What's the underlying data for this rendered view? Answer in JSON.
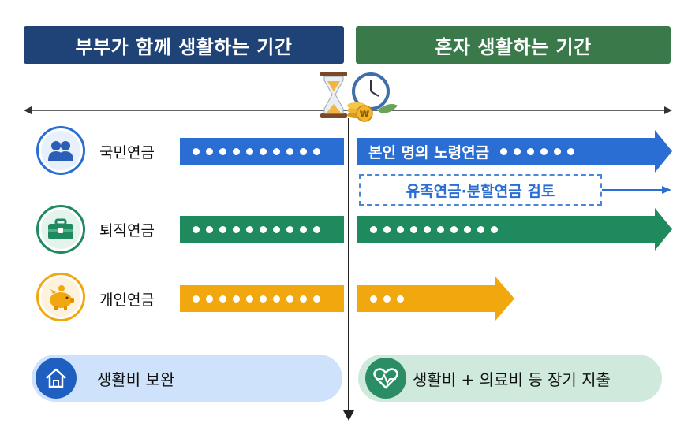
{
  "headers": {
    "left": "부부가 함께 생활하는 기간",
    "right": "혼자 생활하는 기간"
  },
  "rows": [
    {
      "label": "국민연금",
      "icon": "people-icon",
      "color": "#2a6ed3",
      "right_text": "본인 명의 노령연금"
    },
    {
      "label": "퇴직연금",
      "icon": "briefcase-icon",
      "color": "#1e8a5e"
    },
    {
      "label": "개인연금",
      "icon": "piggy-bank-icon",
      "color": "#f1a80e"
    }
  ],
  "note": "유족연금·분할연금 검토",
  "bottom": {
    "left": "생활비 보완",
    "right": "생활비 + 의료비 등 장기 지출"
  },
  "colors": {
    "navy": "#1f4376",
    "green_header": "#3a7a4a",
    "blue": "#2a6ed3",
    "green": "#1e8a5e",
    "orange": "#f1a80e",
    "pill_left": "#cfe2fb",
    "pill_right": "#cfe9dc"
  }
}
